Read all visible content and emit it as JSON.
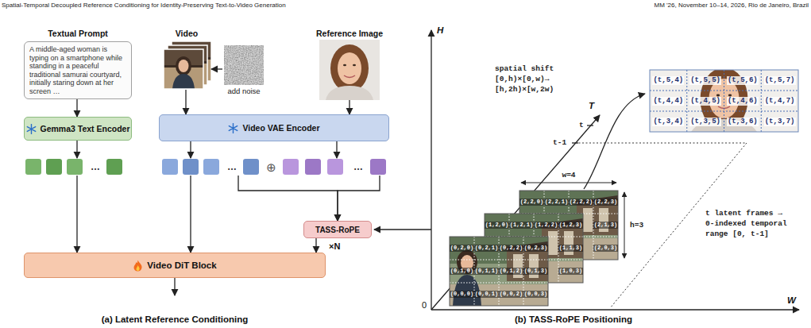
{
  "diagram": {
    "nodes": [
      {
        "text": [
          "Textual Prompt",
          "A middle-aged woman is typing on a smartphone while standing in a peaceful traditional samurai courtyard, initially staring down at her screen …"
        ]
      },
      {
        "text": [
          "Video"
        ]
      },
      {
        "text": [
          "add noise"
        ]
      },
      {
        "text": [
          "Reference Image"
        ]
      },
      {
        "text": [
          "Gemma3 Text Encoder"
        ]
      },
      {
        "text": [
          "Video VAE Encoder"
        ]
      },
      {
        "text": [
          "…"
        ]
      },
      {
        "text": [
          "…"
        ]
      },
      {
        "text": [
          "…"
        ]
      },
      {
        "text": [
          "TASS-RoPE"
        ]
      },
      {
        "text": [
          "Video DiT Block"
        ]
      }
    ],
    "edges": [
      {
        "from": 0,
        "to": 4,
        "arrow": "to"
      },
      {
        "from": 2,
        "to": 1,
        "arrow": "to"
      },
      {
        "from": 1,
        "to": 5,
        "arrow": "to"
      },
      {
        "from": 3,
        "to": 5,
        "arrow": "to"
      },
      {
        "from": 4,
        "to": 6,
        "arrow": "to"
      },
      {
        "from": 5,
        "to": 7,
        "arrow": "to"
      },
      {
        "from": 5,
        "to": 8,
        "arrow": "to"
      },
      {
        "from": 6,
        "to": 10,
        "arrow": "to"
      },
      {
        "from": 7,
        "to": 10,
        "arrow": "to"
      },
      {
        "from": 7,
        "to": 9,
        "arrow": "to"
      },
      {
        "from": 8,
        "to": 9,
        "arrow": "to"
      },
      {
        "from": 9,
        "to": 10,
        "arrow": "to"
      }
    ],
    "labels": [
      "Spatial-Temporal Decoupled Reference Conditioning for Identity-Preserving Text-to-Video Generation",
      "MM '26, November 10–14, 2026, Rio de Janeiro, Brazil",
      "⊕",
      "×N",
      "(a) Latent Reference Conditioning",
      "H",
      "T",
      "W",
      "0",
      "t",
      "t-1",
      "spatial shift [0,h)×[0,w)→ [h,2h)×[w,2w)",
      "w=4",
      "h=3",
      "t latent frames → 0-indexed temporal range [0, t-1]",
      "(b) TASS-RoPE Positioning",
      "(t,5,4)",
      "(t,5,5)",
      "(t,5,6)",
      "(t,5,7)",
      "(t,4,4)",
      "(t,4,5)",
      "(t,4,6)",
      "(t,4,7)",
      "(t,3,4)",
      "(t,3,5)",
      "(t,3,6)",
      "(t,3,7)",
      "(2,2,0)",
      "(2,2,1)",
      "(2,2,2)",
      "(2,2,3)",
      "(2,1,3)",
      "(2,0,3)",
      "(1,2,0)",
      "(1,2,1)",
      "(1,2,2)",
      "(1,2,3)",
      "(1,1,3)",
      "(1,0,3)",
      "(0,2,0)",
      "(0,2,1)",
      "(0,2,2)",
      "(0,2,3)",
      "(0,1,0)",
      "(0,1,1)",
      "(0,1,2)",
      "(0,1,3)",
      "(0,0,0)",
      "(0,0,1)",
      "(0,0,2)",
      "(0,0,3)"
    ]
  }
}
